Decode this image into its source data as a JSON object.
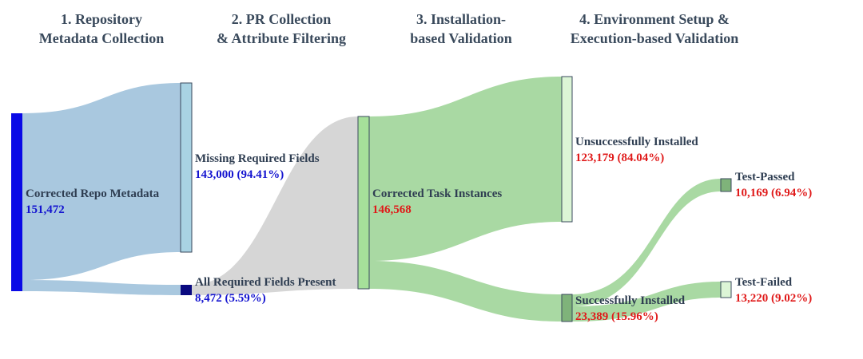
{
  "stages": [
    {
      "line1": "1. Repository",
      "line2": "Metadata Collection"
    },
    {
      "line1": "2. PR Collection",
      "line2": "& Attribute Filtering"
    },
    {
      "line1": "3. Installation-",
      "line2": "based Validation"
    },
    {
      "line1": "4. Environment Setup &",
      "line2": "Execution-based Validation"
    }
  ],
  "nodes": {
    "repo": {
      "name": "Corrected Repo Metadata",
      "value": "151,472",
      "color": "#0a0ae6"
    },
    "missing": {
      "name": "Missing Required Fields",
      "value": "143,000 (94.41%)",
      "color": "#a9d3e3"
    },
    "present": {
      "name": "All Required Fields Present",
      "value": "8,472 (5.59%)",
      "color": "#0a0a80"
    },
    "tasks": {
      "name": "Corrected Task Instances",
      "value": "146,568",
      "color": "#a6e09a"
    },
    "unsuccessful": {
      "name": "Unsuccessfully Installed",
      "value": "123,179 (84.04%)",
      "color": "#dcf5d6"
    },
    "successful": {
      "name": "Successfully Installed",
      "value": "23,389 (15.96%)",
      "color": "#7fb37a"
    },
    "passed": {
      "name": "Test-Passed",
      "value": "10,169 (6.94%)",
      "color": "#7fb37a"
    },
    "failed": {
      "name": "Test-Failed",
      "value": "13,220 (9.02%)",
      "color": "#dcf5d6"
    }
  },
  "link_colors": {
    "blue": "#a9c8df",
    "gray": "#d6d6d6",
    "green": "#a9d9a3"
  }
}
